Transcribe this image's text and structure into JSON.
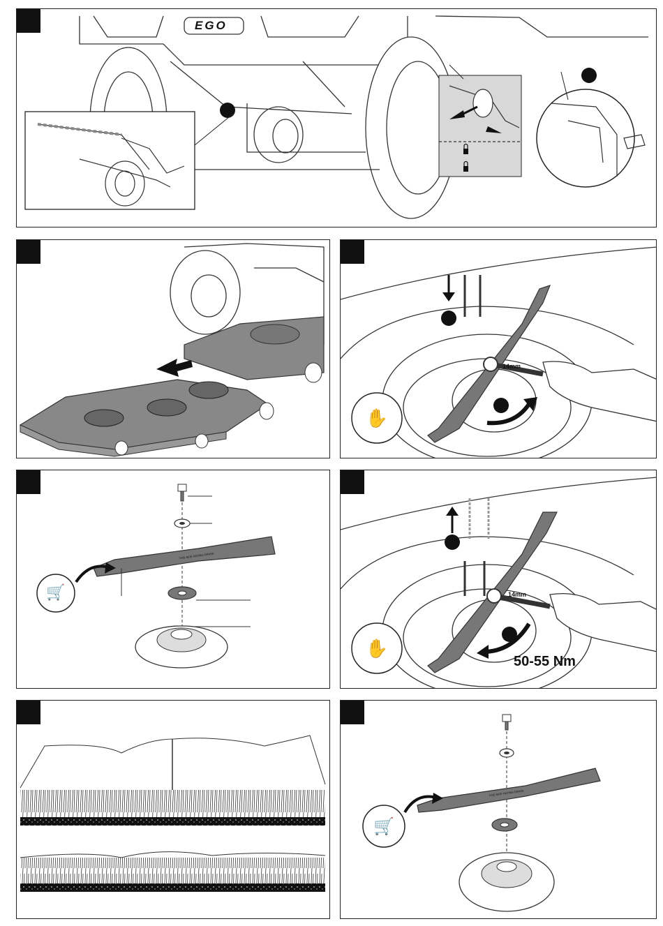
{
  "brand": {
    "logo_text": "EGO"
  },
  "panel2": {
    "wrench_size": "14mm"
  },
  "panel4": {
    "wrench_size": "14mm",
    "torque": "50-55 Nm"
  },
  "blade": {
    "stamp": "THIS SIDE FACING GRASS"
  },
  "icons": [
    "gloves-icon",
    "shopping-cart-icon",
    "lock-icon",
    "arrow-icon"
  ]
}
